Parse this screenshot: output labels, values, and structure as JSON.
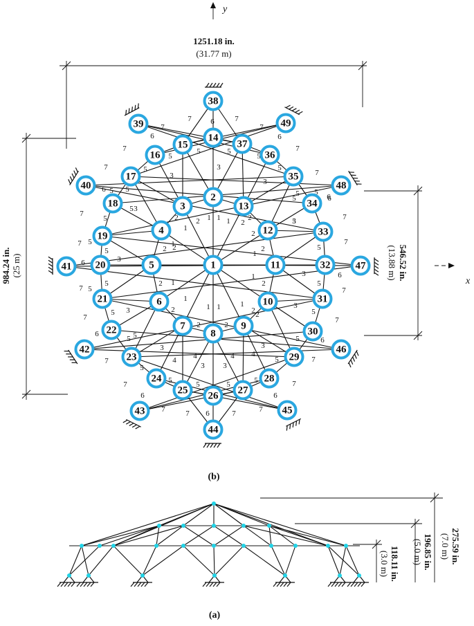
{
  "plan": {
    "caption": "(b)",
    "axis_y": "y",
    "axis_x": "x",
    "dim_top": {
      "label": "1251.18 in.",
      "sub": "(31.77 m)"
    },
    "dim_left": {
      "label": "984.24 in.",
      "sub": "(25 m)"
    },
    "dim_right": {
      "label": "546.52 in.",
      "sub": "(13.88 m)"
    },
    "nodes": [
      "1",
      "2",
      "3",
      "4",
      "5",
      "6",
      "7",
      "8",
      "9",
      "10",
      "11",
      "12",
      "13",
      "14",
      "15",
      "16",
      "17",
      "18",
      "19",
      "20",
      "21",
      "22",
      "23",
      "24",
      "25",
      "26",
      "27",
      "28",
      "29",
      "30",
      "31",
      "32",
      "33",
      "34",
      "35",
      "36",
      "37",
      "38",
      "39",
      "40",
      "41",
      "42",
      "43",
      "44",
      "45",
      "46",
      "47",
      "48",
      "49"
    ],
    "group_labels": [
      "1",
      "2",
      "3",
      "4",
      "5",
      "6",
      "7"
    ]
  },
  "elevation": {
    "caption": "(a)",
    "dims": [
      {
        "label": "275.59 in.",
        "sub": "(7.0 m)"
      },
      {
        "label": "196.85 in.",
        "sub": "(5.0 m)"
      },
      {
        "label": "118.11 in.",
        "sub": "(3.0 m)"
      }
    ]
  },
  "colors": {
    "node_ring": "#2aa7e0",
    "elevation_node": "#22d3e6",
    "line": "#111111"
  }
}
